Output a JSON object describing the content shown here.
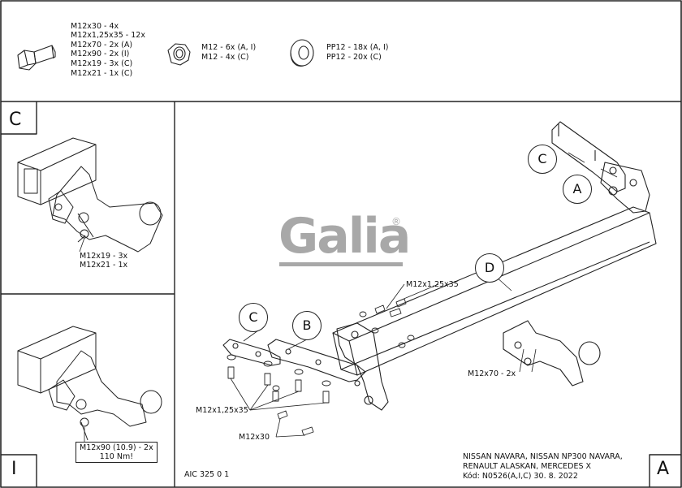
{
  "parts_list": {
    "bolts": [
      "M12x30 - 4x",
      "M12x1,25x35 - 12x",
      "M12x70 - 2x (A)",
      "M12x90 - 2x (I)",
      "M12x19 - 3x (C)",
      "M12x21 - 1x (C)"
    ],
    "nuts": [
      "M12 - 6x (A, I)",
      "M12 - 4x (C)"
    ],
    "washers": [
      "PP12 - 18x (A, I)",
      "PP12 - 20x (C)"
    ]
  },
  "panel_c": {
    "zone": "C",
    "bolt_labels": [
      "M12x19 - 3x",
      "M12x21 - 1x"
    ]
  },
  "panel_i": {
    "zone": "I",
    "torque_label": [
      "M12x90 (10.9) - 2x",
      "110 Nm!"
    ]
  },
  "main": {
    "zone": "A",
    "logo": "Galia",
    "logo_mark": "®",
    "callouts": {
      "c_top": "C",
      "a": "A",
      "d": "D",
      "c_left": "C",
      "b": "B"
    },
    "bolt_labels": {
      "top": "M12x1,25x35",
      "side": "M12x70 - 2x",
      "left": "M12x1,25x35",
      "bottom": "M12x30"
    },
    "drawing_code": "AIC 325 0 1",
    "vehicle": [
      "NISSAN NAVARA, NISSAN NP300 NAVARA,",
      "RENAULT ALASKAN, MERCEDES X"
    ],
    "kod": "Kód: N0526(A,I,C)  30. 8. 2022"
  }
}
